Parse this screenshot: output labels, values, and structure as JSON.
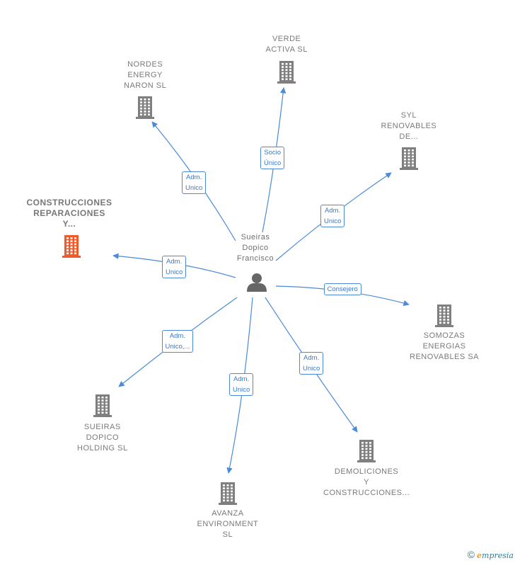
{
  "person": {
    "lines": [
      "Sueiras",
      "Dopico",
      "Francisco"
    ]
  },
  "companies": [
    {
      "id": "verde",
      "lines": [
        "VERDE",
        "ACTIVA  SL"
      ],
      "color": "#7f7f7f"
    },
    {
      "id": "nordes",
      "lines": [
        "NORDES",
        "ENERGY",
        "NARON  SL"
      ],
      "color": "#7f7f7f"
    },
    {
      "id": "syl",
      "lines": [
        "SYL",
        "RENOVABLES",
        "DE..."
      ],
      "color": "#7f7f7f"
    },
    {
      "id": "construcciones",
      "lines": [
        "CONSTRUCCIONES",
        "REPARACIONES",
        "Y..."
      ],
      "color": "#f05a28",
      "focus": true
    },
    {
      "id": "somozas",
      "lines": [
        "SOMOZAS",
        "ENERGIAS",
        "RENOVABLES SA"
      ],
      "color": "#7f7f7f"
    },
    {
      "id": "sueiras-holding",
      "lines": [
        "SUEIRAS",
        "DOPICO",
        "HOLDING  SL"
      ],
      "color": "#7f7f7f"
    },
    {
      "id": "demoliciones",
      "lines": [
        "DEMOLICIONES",
        "Y",
        "CONSTRUCCIONES..."
      ],
      "color": "#7f7f7f"
    },
    {
      "id": "avanza",
      "lines": [
        "AVANZA",
        "ENVIRONMENT",
        "SL"
      ],
      "color": "#7f7f7f"
    }
  ],
  "edges": [
    {
      "target": "verde",
      "lines": [
        "Socio",
        "Único"
      ]
    },
    {
      "target": "nordes",
      "lines": [
        "Adm.",
        "Unico"
      ]
    },
    {
      "target": "syl",
      "lines": [
        "Adm.",
        "Unico"
      ]
    },
    {
      "target": "construcciones",
      "lines": [
        "Adm.",
        "Unico"
      ]
    },
    {
      "target": "somozas",
      "lines": [
        "Consejero"
      ]
    },
    {
      "target": "sueiras-holding",
      "lines": [
        "Adm.",
        "Unico,..."
      ]
    },
    {
      "target": "avanza",
      "lines": [
        "Adm.",
        "Unico"
      ]
    },
    {
      "target": "demoliciones",
      "lines": [
        "Adm.",
        "Unico"
      ]
    }
  ],
  "colors": {
    "edge": "#4a8ad8",
    "person": "#666666"
  },
  "copyright": {
    "symbol": "©",
    "brand_first": "e",
    "brand_rest": "mpresia"
  }
}
